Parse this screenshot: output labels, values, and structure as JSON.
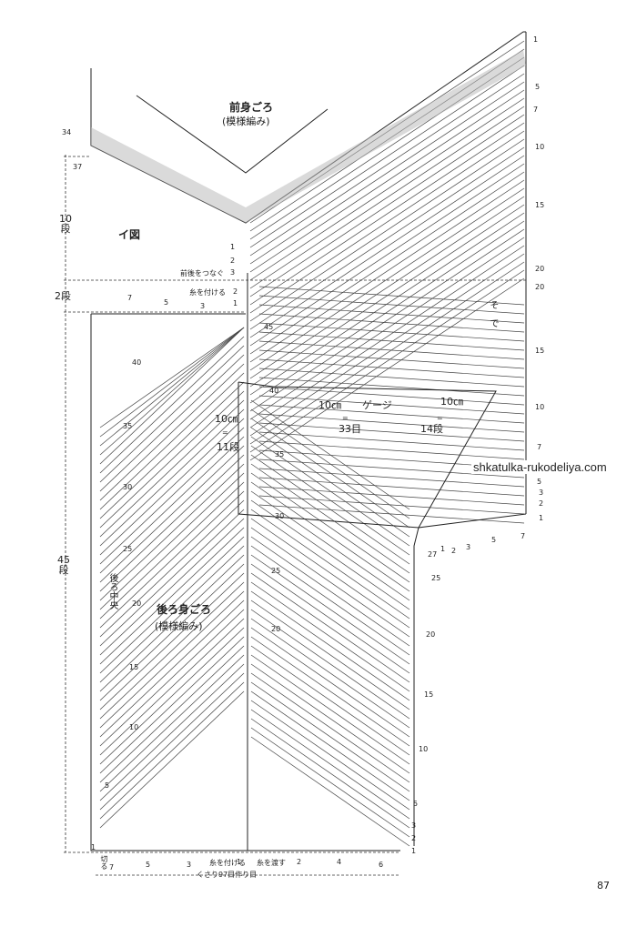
{
  "front": {
    "title": "前身ごろ",
    "pattern": "(模様編み)"
  },
  "back": {
    "title": "後ろ身ごろ",
    "pattern": "(模様編み)",
    "center_label": "後ろ中央"
  },
  "sleeve_label": "そで",
  "figure_label": "イ図",
  "gauge": {
    "label": "ゲージ",
    "width": "10㎝",
    "eq1": "=",
    "stitches": "33目",
    "height": "10㎝",
    "eq2": "=",
    "rows": "14段"
  },
  "rows_label": {
    "size": "10㎝",
    "eq": "=",
    "rows": "11段"
  },
  "instructions": {
    "join": "前後をつなぐ",
    "attach_yarn_top": "糸を付ける",
    "attach_yarn_bottom": "糸を付ける",
    "pass_yarn": "糸を渡す",
    "cut": "切る",
    "foundation": "くさり97目作り目"
  },
  "dimensions": {
    "front_rows": "10段",
    "gap_rows": "2段",
    "back_rows": "45段"
  },
  "left_row_numbers": [
    "34",
    "37",
    "40",
    "35",
    "30",
    "25",
    "20",
    "15",
    "10",
    "5",
    "1"
  ],
  "right_top_numbers": [
    "1",
    "5",
    "7",
    "10",
    "15",
    "20",
    "20"
  ],
  "sleeve_numbers": [
    "15",
    "10",
    "7",
    "5",
    "3",
    "2",
    "1",
    "7",
    "5"
  ],
  "back_right_numbers": [
    "27",
    "25",
    "20",
    "15",
    "10",
    "5",
    "3",
    "2",
    "1"
  ],
  "center_numbers": [
    "45",
    "40",
    "35",
    "30",
    "25",
    "20"
  ],
  "bottom_numbers": [
    "7",
    "5",
    "3",
    "1",
    "2",
    "4",
    "6"
  ],
  "connect_numbers": [
    "1",
    "2",
    "3",
    "2",
    "1",
    "3",
    "5",
    "7",
    "1",
    "2",
    "3"
  ],
  "watermark": "shkatulka-rukodeliya.com",
  "page_number": "87"
}
